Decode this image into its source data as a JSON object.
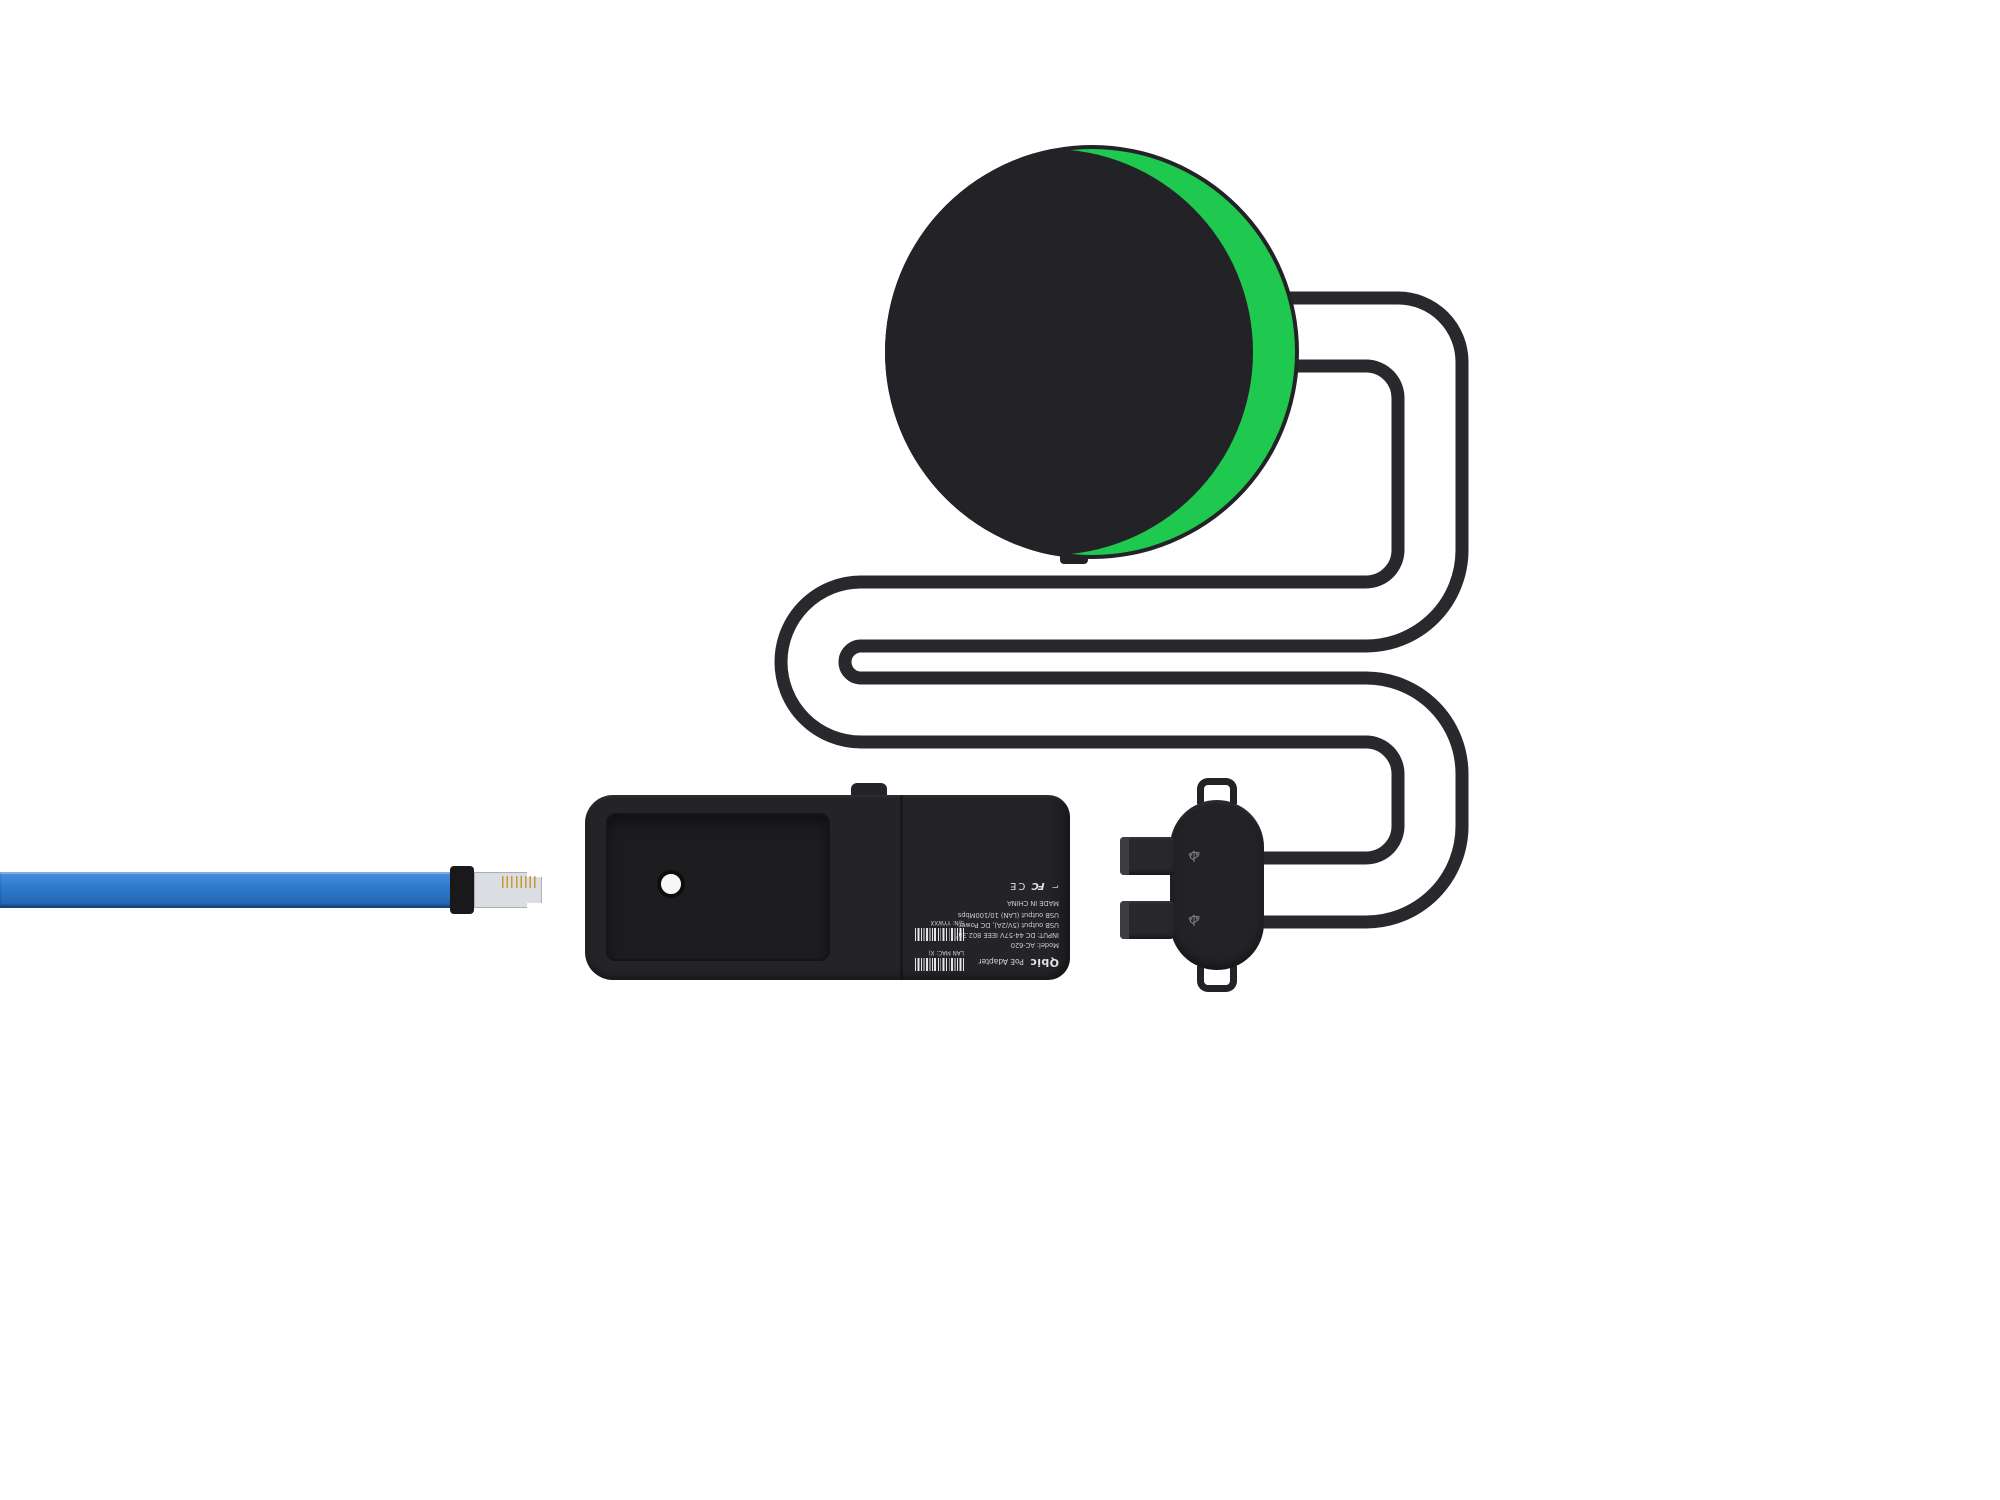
{
  "scene": {
    "description": "Product image of a round PoE-powered device kit: round black device with green accent, two black serpentine USB cables, cable splitter puck with two USB plugs, PoE adapter with printed label, and a flat blue Ethernet cable with RJ45 connector",
    "background": "#ffffff"
  },
  "colors": {
    "device_black": "#232327",
    "accent_green": "#1fc84e",
    "cable_black": "#29292d",
    "ethernet_blue": "#2e79cb",
    "label_text": "#c9c9c9",
    "pin_gold": "#c79b2f"
  },
  "adapter_label": {
    "brand": "Qbic",
    "product": "PoE Adapter",
    "model": "Model: AC-620",
    "input": "INPUT: DC 44-57V IEEE 802.3af",
    "usb_output_1": "USB output (5V/2A), DC Power",
    "usb_output_2": "USB output (LAN)  10/100Mbps",
    "made_in": "MADE IN CHINA",
    "lan_mac": "LAN MAC: X)",
    "serial": "S/N: YYWXX",
    "fcc": "FC",
    "ce": "CE",
    "compliance_glyph": "⌐"
  }
}
